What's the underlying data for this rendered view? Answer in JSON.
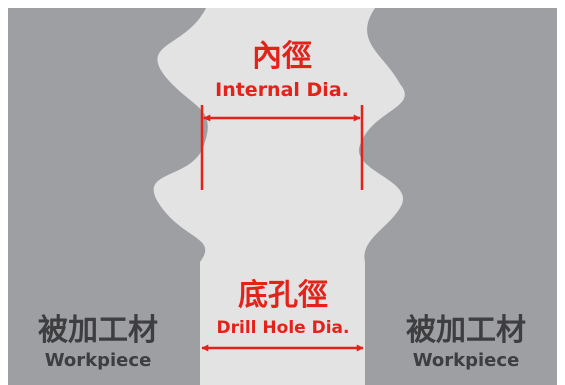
{
  "colors": {
    "background": "#ffffff",
    "workpiece": "#9e9fa3",
    "hole": "#e3e3e3",
    "accent": "#e3231a",
    "label_text": "#3e3e40"
  },
  "labels": {
    "internal_dia_zh": "內徑",
    "internal_dia_en": "Internal Dia.",
    "drill_hole_dia_zh": "底孔徑",
    "drill_hole_dia_en": "Drill Hole Dia.",
    "workpiece_left_zh": "被加工材",
    "workpiece_left_en": "Workpiece",
    "workpiece_right_zh": "被加工材",
    "workpiece_right_en": "Workpiece"
  }
}
